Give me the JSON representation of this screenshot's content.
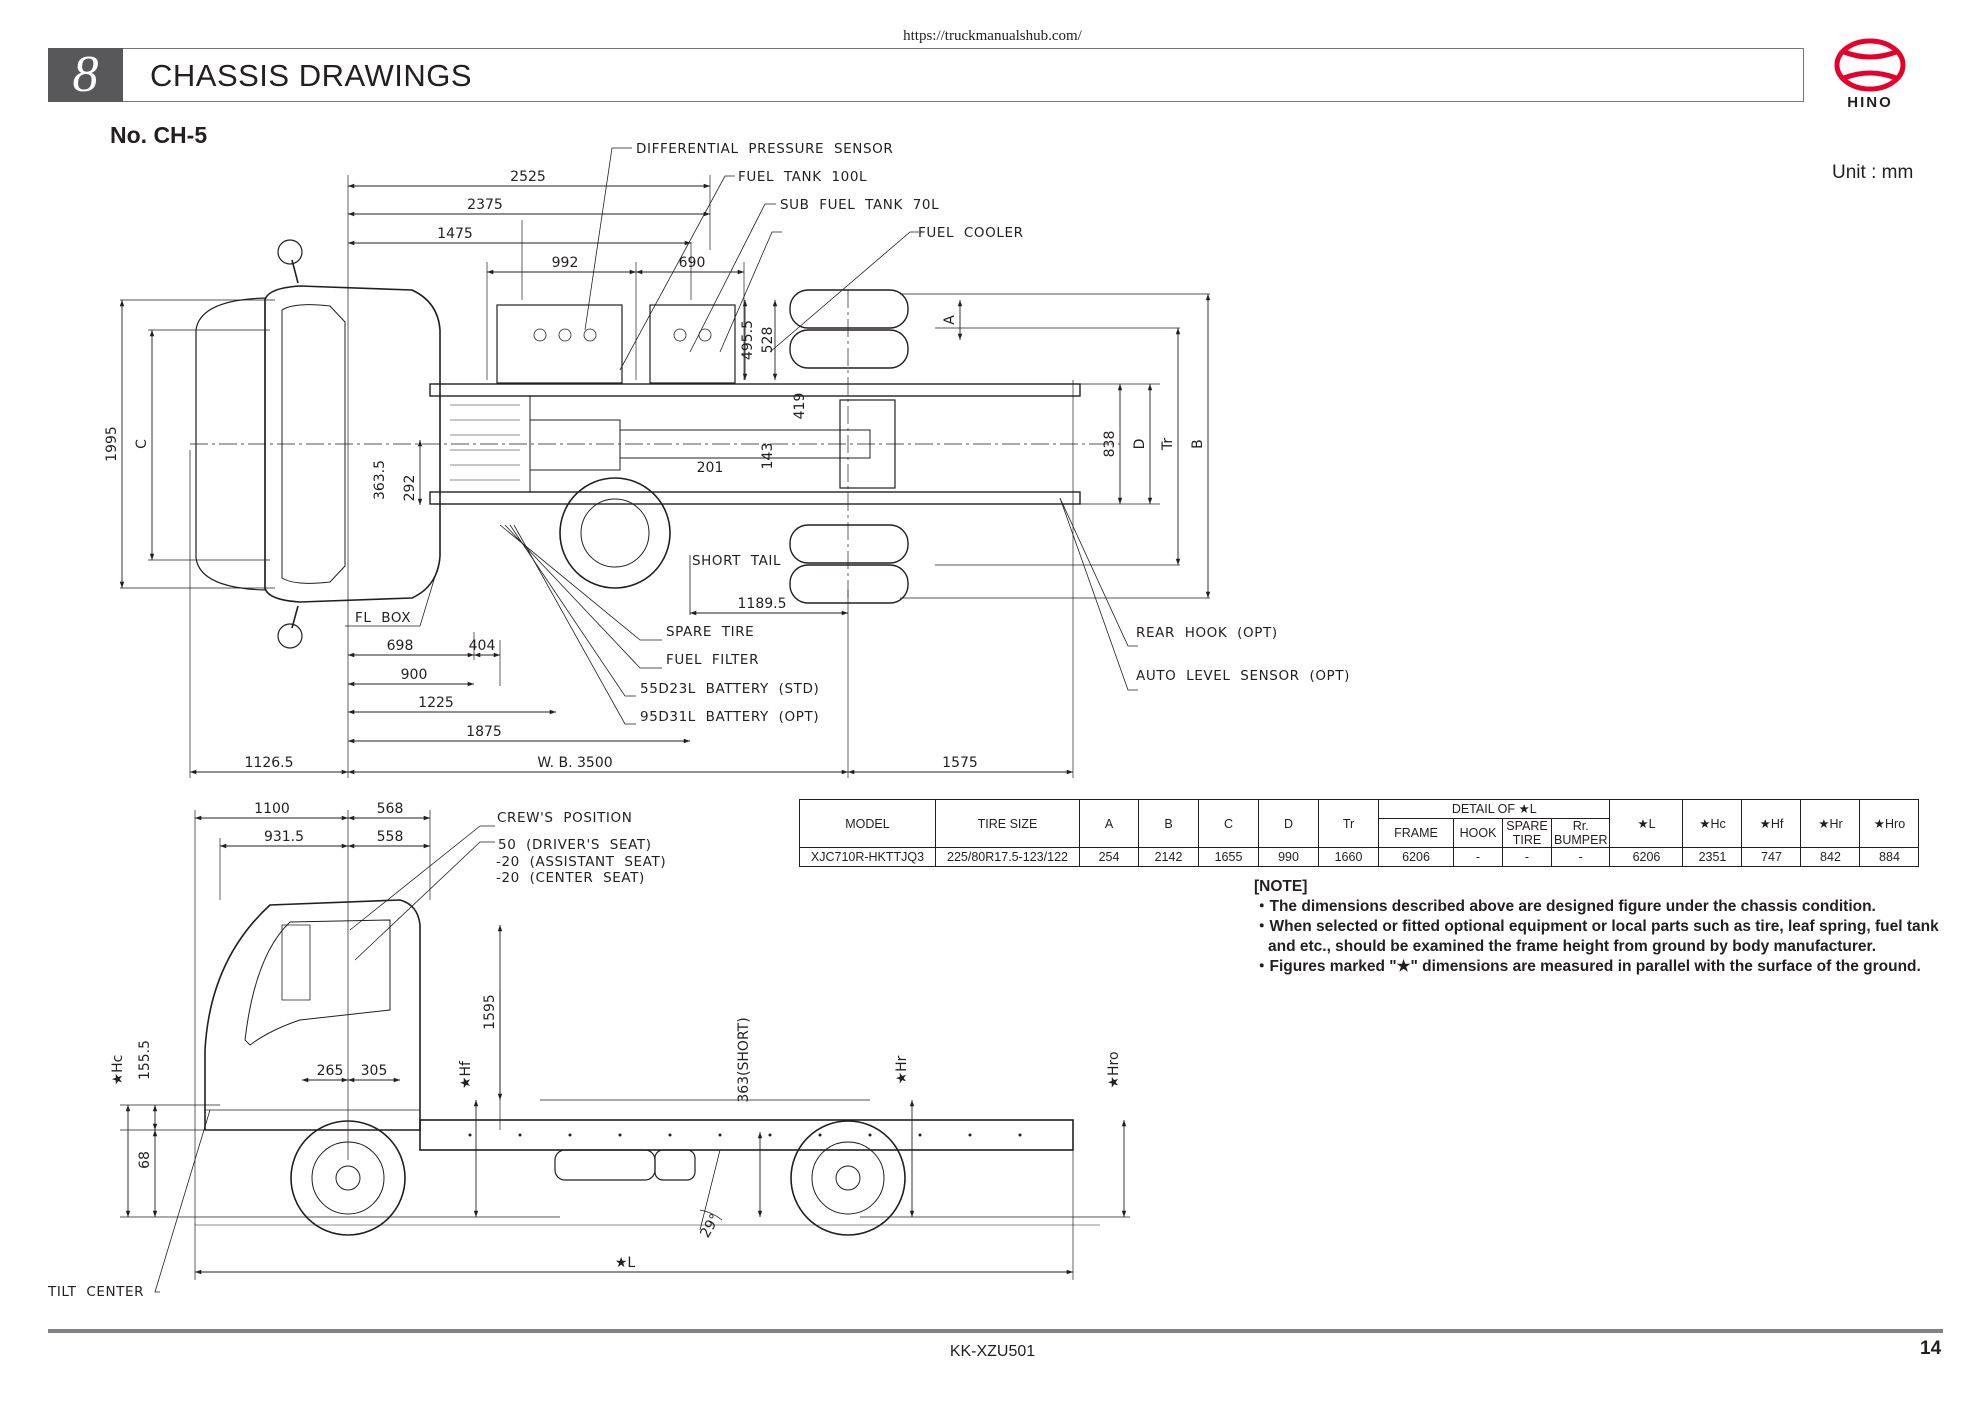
{
  "source_url": "https://truckmanualshub.com/",
  "header": {
    "chapter_number": "8",
    "chapter_title": "CHASSIS DRAWINGS",
    "logo_text": "HINO"
  },
  "drawing_no": "No. CH-5",
  "unit": "Unit : mm",
  "callouts": {
    "diff_pressure_sensor": "DIFFERENTIAL  PRESSURE  SENSOR",
    "fuel_tank": "FUEL  TANK  100L",
    "sub_fuel_tank": "SUB  FUEL  TANK  70L",
    "fuel_cooler": "FUEL  COOLER",
    "short_tail": "SHORT  TAIL",
    "spare_tire": "SPARE  TIRE",
    "fuel_filter": "FUEL  FILTER",
    "battery_std": "55D23L  BATTERY  (STD)",
    "battery_opt": "95D31L  BATTERY  (OPT)",
    "rear_hook": "REAR  HOOK  (OPT)",
    "auto_level_sensor": "AUTO  LEVEL  SENSOR  (OPT)",
    "fl_box": "FL  BOX",
    "crews_position": "CREW'S  POSITION",
    "drivers_seat": "50  (DRIVER'S  SEAT)",
    "assistant_seat": "-20  (ASSISTANT  SEAT)",
    "center_seat": "-20  (CENTER  SEAT)",
    "tilt_center": "TILT  CENTER"
  },
  "plan_dims": {
    "d2525": "2525",
    "d2375": "2375",
    "d1475": "1475",
    "d992": "992",
    "d690": "690",
    "d1189": "1189.5",
    "d698": "698",
    "d404": "404",
    "d900": "900",
    "d1225": "1225",
    "d1875": "1875",
    "d1126": "1126.5",
    "wb": "W. B. 3500",
    "d1575": "1575",
    "d1995": "1995",
    "C": "C",
    "d363": "363.5",
    "d292": "292",
    "d495": "495.5",
    "d528": "528",
    "d419": "419",
    "d143": "143",
    "d201": "201",
    "A": "A",
    "d838": "838",
    "D": "D",
    "Tr": "Tr",
    "B": "B"
  },
  "side_dims": {
    "d1100": "1100",
    "d568": "568",
    "d931": "931.5",
    "d558": "558",
    "d1595": "1595",
    "d265": "265",
    "d305": "305",
    "d155": "155.5",
    "d68": "68",
    "Hc": "★Hc",
    "Hf": "★Hf",
    "Hr": "★Hr",
    "Hro": "★Hro",
    "short363": "363(SHORT)",
    "angle": "29°",
    "L": "★L"
  },
  "table": {
    "h_model": "MODEL",
    "h_tire": "TIRE SIZE",
    "h_a": "A",
    "h_b": "B",
    "h_c": "C",
    "h_d": "D",
    "h_tr": "Tr",
    "h_detail": "DETAIL OF ★L",
    "h_frame": "FRAME",
    "h_hook": "HOOK",
    "h_spare": "SPARE TIRE",
    "h_rr": "Rr. BUMPER",
    "h_l": "★L",
    "h_hc": "★Hc",
    "h_hf": "★Hf",
    "h_hr": "★Hr",
    "h_hro": "★Hro",
    "row": {
      "model": "XJC710R-HKTTJQ3",
      "tire": "225/80R17.5-123/122",
      "a": "254",
      "b": "2142",
      "c": "1655",
      "d": "990",
      "tr": "1660",
      "frame": "6206",
      "hook": "-",
      "spare": "-",
      "rr": "-",
      "l": "6206",
      "hc": "2351",
      "hf": "747",
      "hr": "842",
      "hro": "884"
    }
  },
  "note": {
    "title": "[NOTE]",
    "items": [
      "・The dimensions described above are designed figure under the chassis condition.",
      "・When selected or fitted optional equipment or local parts such as tire, leaf spring, fuel tank and etc., should be examined the frame height from ground by body manufacturer.",
      "・Figures marked \"★\" dimensions are measured in parallel with the surface of the ground."
    ]
  },
  "footer": {
    "code": "KK-XZU501",
    "page": "14"
  },
  "colors": {
    "chapter_box": "#58585a",
    "logo_red": "#e4002b",
    "ink": "#231f20",
    "rule": "#808285"
  }
}
